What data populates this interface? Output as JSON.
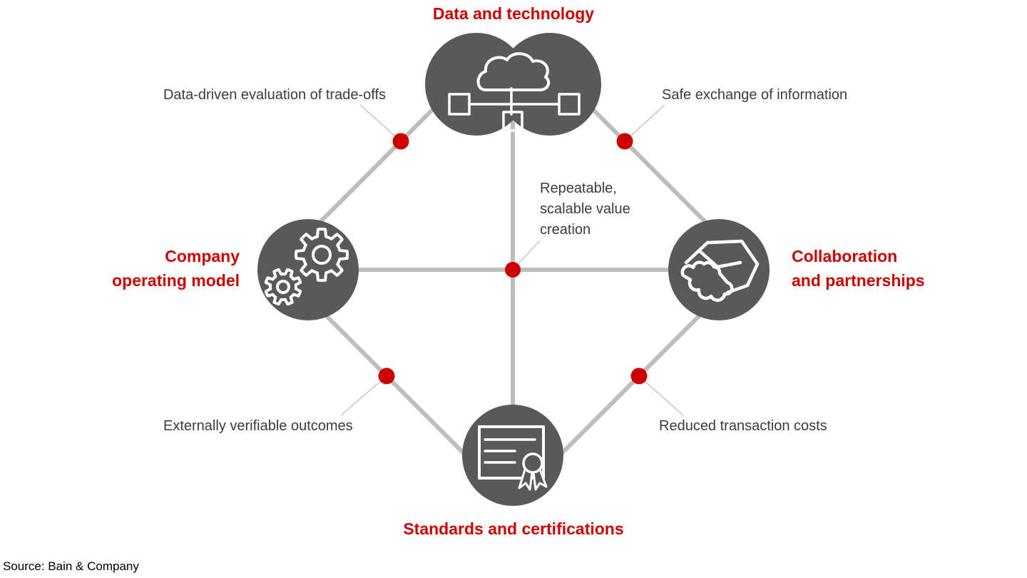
{
  "nodes": {
    "top": {
      "label": "Data and technology",
      "icon": "cloud-network-icon"
    },
    "left": {
      "label": "Company\noperating model",
      "icon": "gears-icon"
    },
    "right": {
      "label": "Collaboration\nand partnerships",
      "icon": "handshake-icon"
    },
    "bottom": {
      "label": "Standards and certifications",
      "icon": "certificate-icon"
    }
  },
  "center": {
    "label": "Repeatable,\nscalable value\ncreation"
  },
  "edge_labels": {
    "top_left": "Data-driven evaluation of trade-offs",
    "top_right": "Safe exchange of information",
    "bottom_left": "Externally verifiable outcomes",
    "bottom_right": "Reduced transaction costs"
  },
  "source": "Source: Bain & Company",
  "colors": {
    "accent_red": "#CC0000",
    "node_gray": "#595959",
    "line_gray": "#BDBDBD",
    "leader_gray": "#C9C9C9",
    "label_gray": "#3C3C3C",
    "source_black": "#000000"
  }
}
